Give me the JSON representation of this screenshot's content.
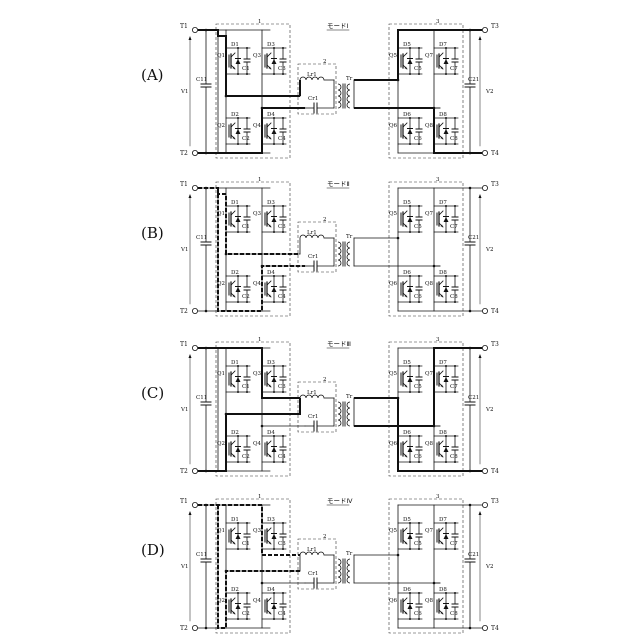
{
  "figure": {
    "panels": [
      {
        "id": "A",
        "label": "(A)",
        "mode": "モードⅠ",
        "path": "solid",
        "left_path": "p1",
        "right_path": "p1"
      },
      {
        "id": "B",
        "label": "(B)",
        "mode": "モードⅡ",
        "path": "dashed",
        "left_path": "p2",
        "right_path": "none"
      },
      {
        "id": "C",
        "label": "(C)",
        "mode": "モードⅢ",
        "path": "solid",
        "left_path": "p3",
        "right_path": "p3"
      },
      {
        "id": "D",
        "label": "(D)",
        "mode": "モードⅣ",
        "path": "dashed",
        "left_path": "p4",
        "right_path": "none"
      }
    ],
    "terminals": {
      "t1": "T1",
      "t2": "T2",
      "t3": "T3",
      "t4": "T4"
    },
    "voltages": {
      "v1": "V1",
      "v2": "V2"
    },
    "capacitors": {
      "c11": "C11",
      "c21": "C21",
      "cr1": "Cr1"
    },
    "inductor": "Lr1",
    "transformer": "Tr",
    "block_numbers": {
      "left": "1",
      "mid": "2",
      "right": "3"
    },
    "switch_cells": {
      "left": [
        {
          "q": "Q1",
          "d": "D1",
          "c": "C1"
        },
        {
          "q": "Q3",
          "d": "D3",
          "c": "C3"
        },
        {
          "q": "Q2",
          "d": "D2",
          "c": "C2"
        },
        {
          "q": "Q4",
          "d": "D4",
          "c": "C4"
        }
      ],
      "right": [
        {
          "q": "Q5",
          "d": "D5",
          "c": "C5"
        },
        {
          "q": "Q7",
          "d": "D7",
          "c": "C7"
        },
        {
          "q": "Q6",
          "d": "D6",
          "c": "C6"
        },
        {
          "q": "Q8",
          "d": "D8",
          "c": "C8"
        }
      ]
    }
  }
}
